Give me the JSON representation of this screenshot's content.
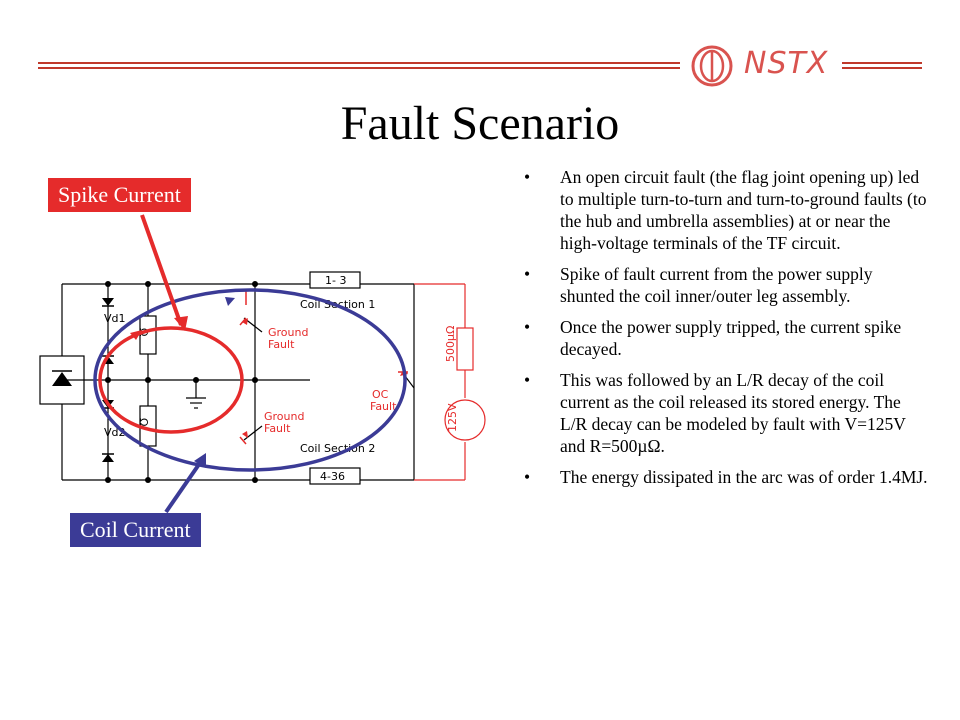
{
  "header": {
    "logo_text": "NSTX"
  },
  "title": "Fault Scenario",
  "callouts": {
    "spike": "Spike Current",
    "coil": "Coil Current"
  },
  "diagram": {
    "vd1": "Vd1",
    "vd2": "Vd2",
    "coil_section_1": "Coil Section 1",
    "coil_section_2": "Coil Section 2",
    "box_top": "1- 3",
    "box_bottom": "4-36",
    "ground_fault_1a": "Ground",
    "ground_fault_1b": "Fault",
    "ground_fault_2a": "Ground",
    "ground_fault_2b": "Fault",
    "oc_fault_a": "OC",
    "oc_fault_b": "Fault",
    "resistor": "500µΩ",
    "source": "125V",
    "r_top": "Ω",
    "r_bottom": "Ω"
  },
  "bullets": [
    "An open circuit fault (the flag joint opening up) led to multiple turn-to-turn and turn-to-ground faults (to the hub and umbrella assemblies)  at or near the high-voltage terminals of the TF circuit.",
    "Spike of fault current from the power supply shunted the coil inner/outer leg assembly.",
    "Once the power supply tripped, the current spike decayed.",
    "This was followed by an L/R decay of the coil current as the coil released its stored energy. The L/R decay can be modeled by fault  with V=125V and R=500µΩ.",
    "The energy dissipated in the arc was of order 1.4MJ."
  ],
  "colors": {
    "accent_red": "#e52b2b",
    "accent_blue": "#3b3b96",
    "logo_red": "#d9534f"
  }
}
